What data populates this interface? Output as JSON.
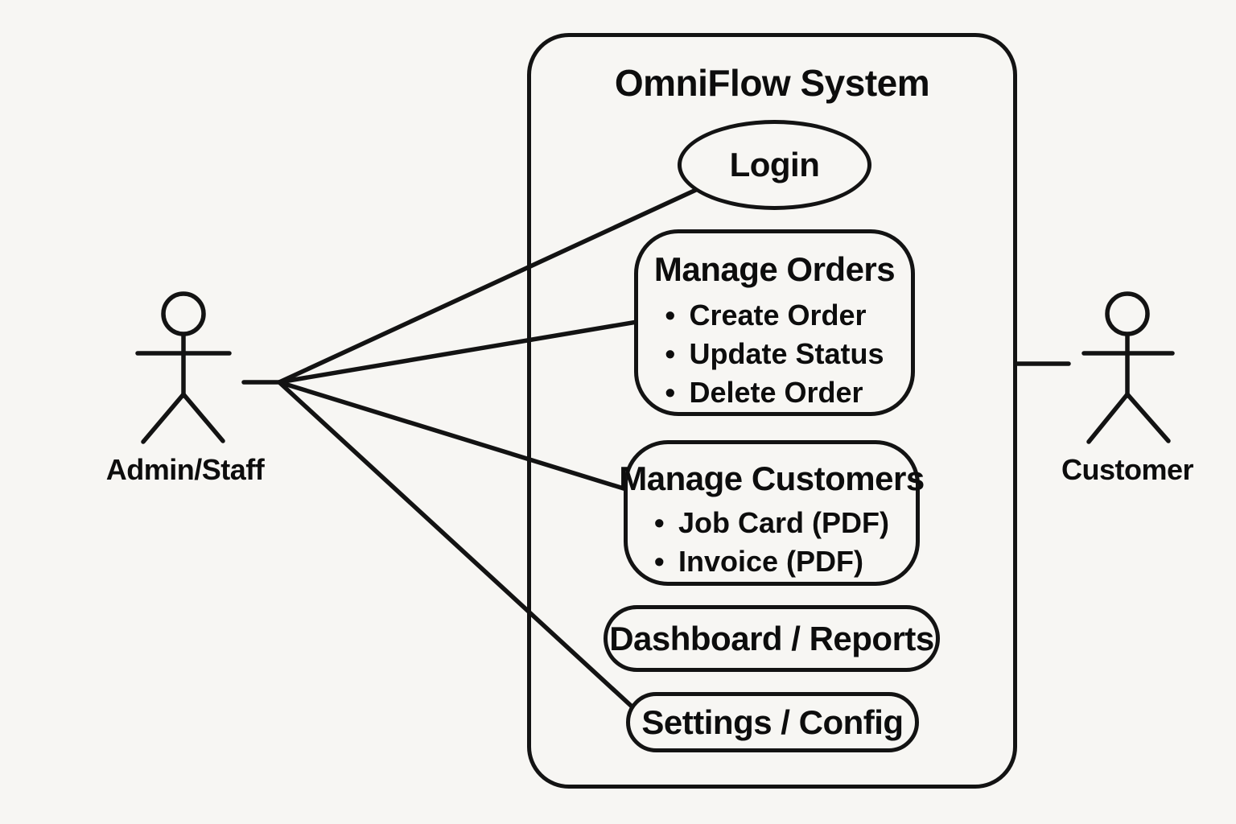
{
  "colors": {
    "background": "#f7f6f3",
    "stroke": "#131313",
    "text": "#0d0d0d"
  },
  "system": {
    "title": "OmniFlow System"
  },
  "actors": {
    "admin": {
      "label": "Admin/Staff"
    },
    "customer": {
      "label": "Customer"
    }
  },
  "use_cases": {
    "login": {
      "label": "Login"
    },
    "manage_orders": {
      "title": "Manage Orders",
      "items": [
        "Create Order",
        "Update Status",
        "Delete Order"
      ]
    },
    "manage_customers": {
      "title": "Manage Customers",
      "items": [
        "Job Card (PDF)",
        "Invoice (PDF)"
      ]
    },
    "dashboard": {
      "label": "Dashboard / Reports"
    },
    "settings": {
      "label": "Settings / Config"
    }
  },
  "associations": [
    {
      "from": "Admin/Staff",
      "to": "Login"
    },
    {
      "from": "Admin/Staff",
      "to": "Manage Orders"
    },
    {
      "from": "Admin/Staff",
      "to": "Manage Customers"
    },
    {
      "from": "Admin/Staff",
      "to": "Settings / Config"
    },
    {
      "from": "Customer",
      "to": "OmniFlow System"
    }
  ]
}
